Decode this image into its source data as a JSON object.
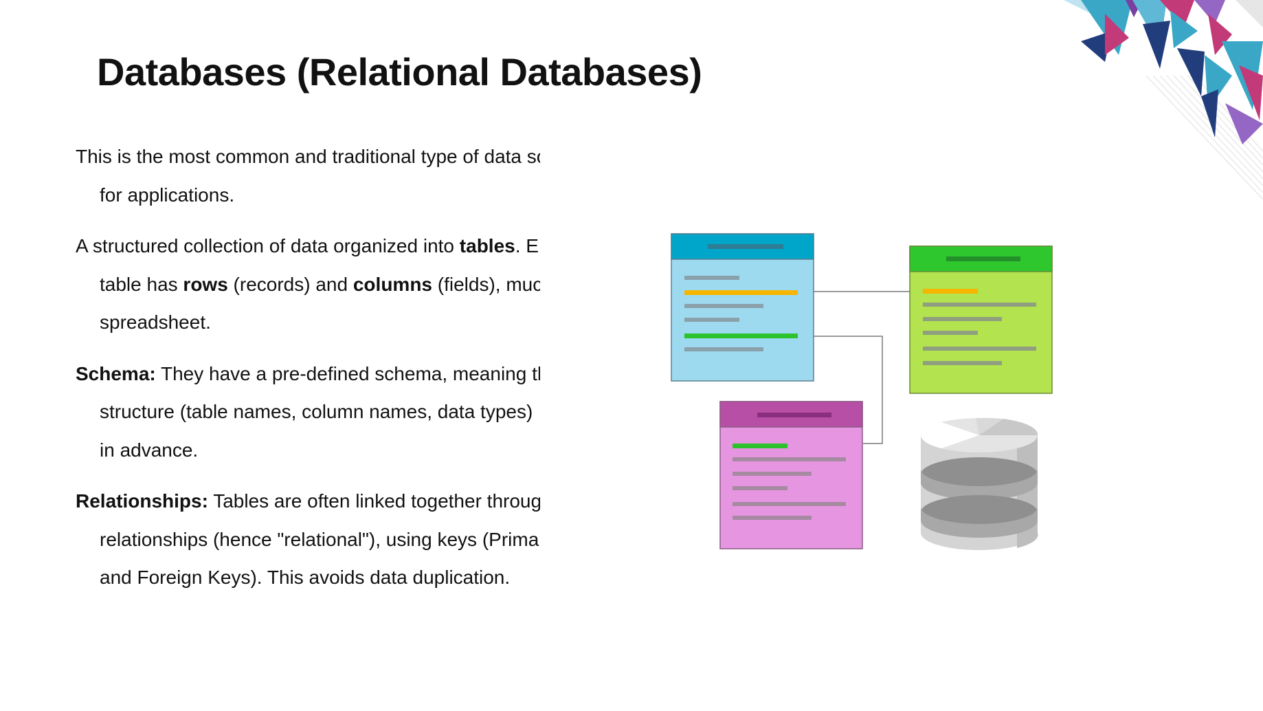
{
  "slide": {
    "title": "Databases (Relational Databases)",
    "p1": {
      "l1": "This is the most common and traditional type of data source",
      "l2": "for applications."
    },
    "p2": {
      "l1a": "A structured collection of data organized into ",
      "l1b": "tables",
      "l1c": ". E",
      "l2a": "table has ",
      "l2b": "rows",
      "l2c": " (records) and ",
      "l2d": "columns",
      "l2e": " (fields), much",
      "l3": "spreadsheet."
    },
    "p3": {
      "lead": "Schema:",
      "l1": " They have a pre-defined schema, meaning th",
      "l2": "structure (table names, column names, data types)",
      "l3": "in advance."
    },
    "p4": {
      "lead": "Relationships:",
      "l1": " Tables are often linked together througl",
      "l2": "relationships (hence \"relational\"), using keys (Prima",
      "l3": "and Foreign Keys). This avoids data duplication."
    }
  },
  "colors": {
    "table_blue": "#9ddaf0",
    "table_blue_header": "#00a6c9",
    "table_green": "#b3e34f",
    "table_green_header": "#2ec72e",
    "table_pink": "#e696e0",
    "table_pink_header": "#b84fa6",
    "accent_orange": "#f6b600",
    "accent_green": "#2bc22b",
    "corner_navy": "#223d7c",
    "corner_teal": "#3aa7c7",
    "corner_magenta": "#c23a78",
    "corner_purple": "#9467c4"
  },
  "icons": {
    "corner": "geometric-triangles-decoration",
    "illustration": "relational-tables-database-illustration",
    "database": "database-cylinder-icon"
  }
}
